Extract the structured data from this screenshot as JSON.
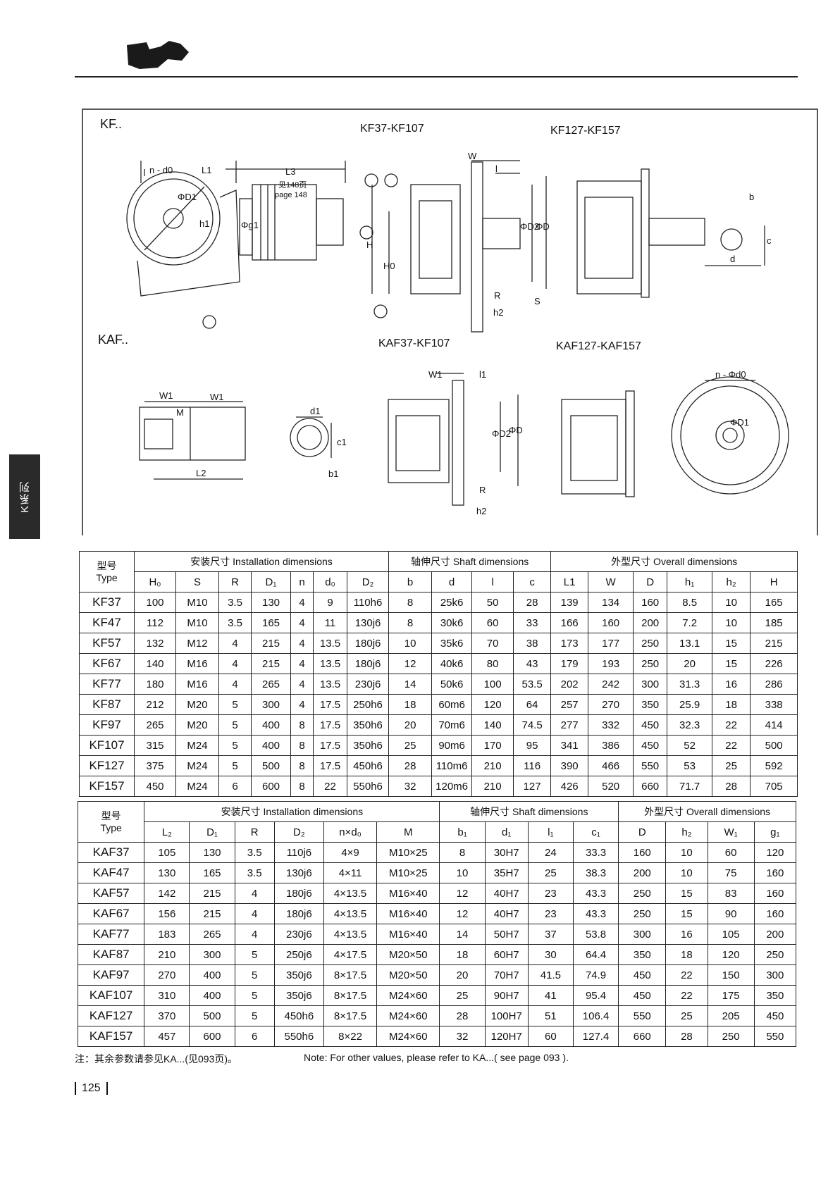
{
  "side_tab": "K系列",
  "drawings": {
    "kf_label": "KF..",
    "kf37_title": "KF37-KF107",
    "kf127_title": "KF127-KF157",
    "kaf_label": "KAF..",
    "kaf37_title": "KAF37-KF107",
    "kaf127_title": "KAF127-KAF157",
    "dims": {
      "n_d0": "n - d0",
      "L1": "L1",
      "L3": "L3",
      "L3_ref_cn": "见148页",
      "L3_ref_en": "page 148",
      "D1": "ΦD1",
      "h1": "h1",
      "g1": "Φg1",
      "W": "W",
      "l": "l",
      "H": "H",
      "H0": "H0",
      "D2": "ΦD2",
      "D": "ΦD",
      "R": "R",
      "h2": "h2",
      "S": "S",
      "b": "b",
      "c": "c",
      "d": "d",
      "W1a": "W1",
      "W1b": "W1",
      "M": "M",
      "L2": "L2",
      "d1": "d1",
      "c1": "c1",
      "b1": "b1",
      "W1c": "W1",
      "l1": "l1",
      "D2b": "ΦD2",
      "Db": "ΦD",
      "Rb": "R",
      "h2b": "h2",
      "n_phi_d0": "n - Φd0",
      "D1b": "ΦD1"
    }
  },
  "table_kf": {
    "type_cn": "型号",
    "type_en": "Type",
    "groups": [
      "安装尺寸  Installation dimensions",
      "轴伸尺寸  Shaft dimensions",
      "外型尺寸  Overall dimensions"
    ],
    "group_spans": [
      7,
      4,
      6
    ],
    "columns": [
      "H₀",
      "S",
      "R",
      "D₁",
      "n",
      "d₀",
      "D₂",
      "b",
      "d",
      "l",
      "c",
      "L1",
      "W",
      "D",
      "h₁",
      "h₂",
      "H"
    ],
    "rows": [
      [
        "KF37",
        "100",
        "M10",
        "3.5",
        "130",
        "4",
        "9",
        "110h6",
        "8",
        "25k6",
        "50",
        "28",
        "139",
        "134",
        "160",
        "8.5",
        "10",
        "165"
      ],
      [
        "KF47",
        "112",
        "M10",
        "3.5",
        "165",
        "4",
        "11",
        "130j6",
        "8",
        "30k6",
        "60",
        "33",
        "166",
        "160",
        "200",
        "7.2",
        "10",
        "185"
      ],
      [
        "KF57",
        "132",
        "M12",
        "4",
        "215",
        "4",
        "13.5",
        "180j6",
        "10",
        "35k6",
        "70",
        "38",
        "173",
        "177",
        "250",
        "13.1",
        "15",
        "215"
      ],
      [
        "KF67",
        "140",
        "M16",
        "4",
        "215",
        "4",
        "13.5",
        "180j6",
        "12",
        "40k6",
        "80",
        "43",
        "179",
        "193",
        "250",
        "20",
        "15",
        "226"
      ],
      [
        "KF77",
        "180",
        "M16",
        "4",
        "265",
        "4",
        "13.5",
        "230j6",
        "14",
        "50k6",
        "100",
        "53.5",
        "202",
        "242",
        "300",
        "31.3",
        "16",
        "286"
      ],
      [
        "KF87",
        "212",
        "M20",
        "5",
        "300",
        "4",
        "17.5",
        "250h6",
        "18",
        "60m6",
        "120",
        "64",
        "257",
        "270",
        "350",
        "25.9",
        "18",
        "338"
      ],
      [
        "KF97",
        "265",
        "M20",
        "5",
        "400",
        "8",
        "17.5",
        "350h6",
        "20",
        "70m6",
        "140",
        "74.5",
        "277",
        "332",
        "450",
        "32.3",
        "22",
        "414"
      ],
      [
        "KF107",
        "315",
        "M24",
        "5",
        "400",
        "8",
        "17.5",
        "350h6",
        "25",
        "90m6",
        "170",
        "95",
        "341",
        "386",
        "450",
        "52",
        "22",
        "500"
      ],
      [
        "KF127",
        "375",
        "M24",
        "5",
        "500",
        "8",
        "17.5",
        "450h6",
        "28",
        "110m6",
        "210",
        "116",
        "390",
        "466",
        "550",
        "53",
        "25",
        "592"
      ],
      [
        "KF157",
        "450",
        "M24",
        "6",
        "600",
        "8",
        "22",
        "550h6",
        "32",
        "120m6",
        "210",
        "127",
        "426",
        "520",
        "660",
        "71.7",
        "28",
        "705"
      ]
    ]
  },
  "table_kaf": {
    "type_cn": "型号",
    "type_en": "Type",
    "groups": [
      "安装尺寸  Installation dimensions",
      "轴伸尺寸  Shaft dimensions",
      "外型尺寸  Overall dimensions"
    ],
    "group_spans": [
      6,
      4,
      4
    ],
    "columns": [
      "L₂",
      "D₁",
      "R",
      "D₂",
      "n×d₀",
      "M",
      "b₁",
      "d₁",
      "l₁",
      "c₁",
      "D",
      "h₂",
      "W₁",
      "g₁"
    ],
    "rows": [
      [
        "KAF37",
        "105",
        "130",
        "3.5",
        "110j6",
        "4×9",
        "M10×25",
        "8",
        "30H7",
        "24",
        "33.3",
        "160",
        "10",
        "60",
        "120"
      ],
      [
        "KAF47",
        "130",
        "165",
        "3.5",
        "130j6",
        "4×11",
        "M10×25",
        "10",
        "35H7",
        "25",
        "38.3",
        "200",
        "10",
        "75",
        "160"
      ],
      [
        "KAF57",
        "142",
        "215",
        "4",
        "180j6",
        "4×13.5",
        "M16×40",
        "12",
        "40H7",
        "23",
        "43.3",
        "250",
        "15",
        "83",
        "160"
      ],
      [
        "KAF67",
        "156",
        "215",
        "4",
        "180j6",
        "4×13.5",
        "M16×40",
        "12",
        "40H7",
        "23",
        "43.3",
        "250",
        "15",
        "90",
        "160"
      ],
      [
        "KAF77",
        "183",
        "265",
        "4",
        "230j6",
        "4×13.5",
        "M16×40",
        "14",
        "50H7",
        "37",
        "53.8",
        "300",
        "16",
        "105",
        "200"
      ],
      [
        "KAF87",
        "210",
        "300",
        "5",
        "250j6",
        "4×17.5",
        "M20×50",
        "18",
        "60H7",
        "30",
        "64.4",
        "350",
        "18",
        "120",
        "250"
      ],
      [
        "KAF97",
        "270",
        "400",
        "5",
        "350j6",
        "8×17.5",
        "M20×50",
        "20",
        "70H7",
        "41.5",
        "74.9",
        "450",
        "22",
        "150",
        "300"
      ],
      [
        "KAF107",
        "310",
        "400",
        "5",
        "350j6",
        "8×17.5",
        "M24×60",
        "25",
        "90H7",
        "41",
        "95.4",
        "450",
        "22",
        "175",
        "350"
      ],
      [
        "KAF127",
        "370",
        "500",
        "5",
        "450h6",
        "8×17.5",
        "M24×60",
        "28",
        "100H7",
        "51",
        "106.4",
        "550",
        "25",
        "205",
        "450"
      ],
      [
        "KAF157",
        "457",
        "600",
        "6",
        "550h6",
        "8×22",
        "M24×60",
        "32",
        "120H7",
        "60",
        "127.4",
        "660",
        "28",
        "250",
        "550"
      ]
    ]
  },
  "note_cn": "注：其余参数请参见KA...(见093页)。",
  "note_en": "Note: For other values, please refer to KA...( see page 093 ).",
  "page_number": "125"
}
